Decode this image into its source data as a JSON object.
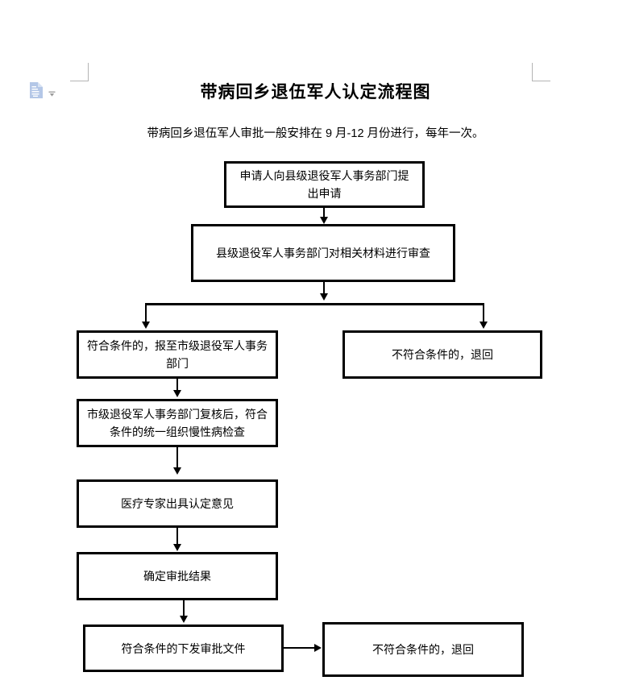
{
  "document": {
    "title": "带病回乡退伍军人认定流程图",
    "subtitle": "带病回乡退伍军人审批一般安排在 9 月-12 月份进行，每年一次。"
  },
  "widget": {
    "doc_icon_name": "document-icon",
    "caret_icon_name": "chevron-down-icon",
    "icon_color": "#b4c7e7",
    "caret_color": "#9a9a9a"
  },
  "theme": {
    "page_background": "#ffffff",
    "box_border": "#000000",
    "text_color": "#000000",
    "crop_mark_color": "#b4b4b4"
  },
  "chart_data": {
    "type": "flowchart",
    "title": "带病回乡退伍军人认定流程图",
    "nodes": [
      {
        "id": "n1",
        "label": "申请人向县级退役军人事务部门提出申请"
      },
      {
        "id": "n2",
        "label": "县级退役军人事务部门对相关材料进行审查"
      },
      {
        "id": "n3",
        "label": "符合条件的，报至市级退役军人事务部门"
      },
      {
        "id": "n4",
        "label": "不符合条件的，退回"
      },
      {
        "id": "n5",
        "label": "市级退役军人事务部门复核后，符合条件的统一组织慢性病检查"
      },
      {
        "id": "n6",
        "label": "医疗专家出具认定意见"
      },
      {
        "id": "n7",
        "label": "确定审批结果"
      },
      {
        "id": "n8",
        "label": "符合条件的下发审批文件"
      },
      {
        "id": "n9",
        "label": "不符合条件的，退回"
      }
    ],
    "edges": [
      {
        "from": "n1",
        "to": "n2",
        "direction": "down"
      },
      {
        "from": "n2",
        "to": "n3",
        "direction": "down-left-branch"
      },
      {
        "from": "n2",
        "to": "n4",
        "direction": "down-right-branch"
      },
      {
        "from": "n3",
        "to": "n5",
        "direction": "down"
      },
      {
        "from": "n5",
        "to": "n6",
        "direction": "down"
      },
      {
        "from": "n6",
        "to": "n7",
        "direction": "down"
      },
      {
        "from": "n7",
        "to": "n8",
        "direction": "down"
      },
      {
        "from": "n8",
        "to": "n9",
        "direction": "right"
      }
    ]
  }
}
